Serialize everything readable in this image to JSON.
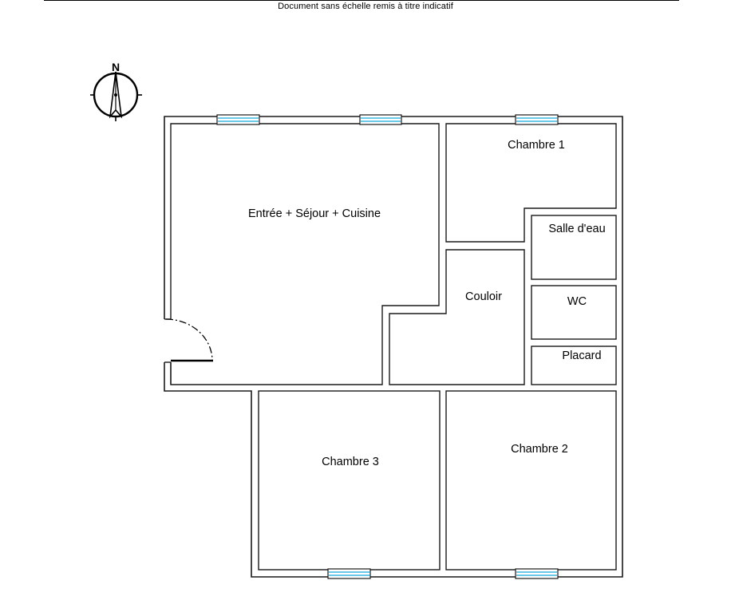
{
  "header": {
    "note": "Document sans échelle remis à titre indicatif"
  },
  "compass": {
    "north_letter": "N"
  },
  "rooms": {
    "sejour": "Entrée + Séjour + Cuisine",
    "chambre1": "Chambre 1",
    "salle_eau": "Salle d'eau",
    "couloir": "Couloir",
    "wc": "WC",
    "placard": "Placard",
    "chambre3": "Chambre 3",
    "chambre2": "Chambre 2"
  },
  "colors": {
    "walls": "#1a1a1a",
    "windows": "#39b7e0",
    "background": "#ffffff"
  }
}
